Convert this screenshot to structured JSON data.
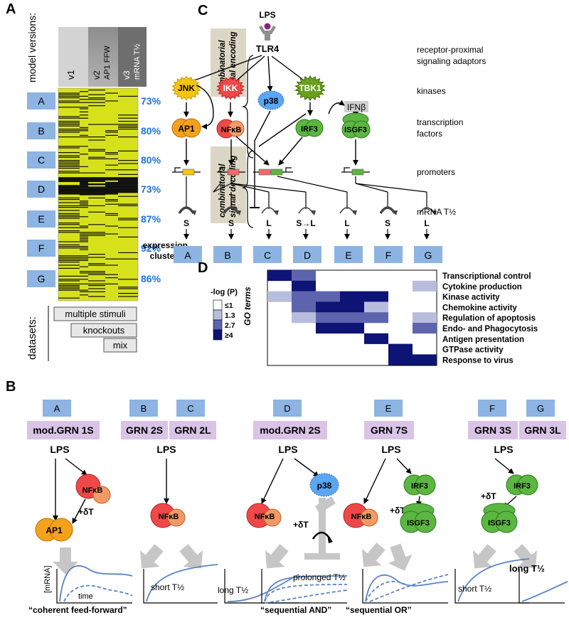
{
  "panels": {
    "a": "A",
    "b": "B",
    "c": "C",
    "d": "D"
  },
  "panel_a": {
    "model_versions_label": "model versions:",
    "v1": "v1",
    "v2_top": "v2",
    "v2_bottom": "AP1 FFW",
    "v3_top": "v3",
    "v3_bottom": "mRNA T½",
    "clusters": [
      {
        "label": "A",
        "pct": "73%"
      },
      {
        "label": "B",
        "pct": "80%"
      },
      {
        "label": "C",
        "pct": "80%"
      },
      {
        "label": "D",
        "pct": "73%"
      },
      {
        "label": "E",
        "pct": "87%"
      },
      {
        "label": "F",
        "pct": "92%"
      },
      {
        "label": "G",
        "pct": "86%"
      }
    ],
    "datasets_label": "datasets:",
    "dataset_multiple": "multiple stimuli",
    "dataset_knockouts": "knockouts",
    "dataset_mix": "mix"
  },
  "panel_c": {
    "lps": "LPS",
    "tlr4": "TLR4",
    "encoding_line1": "combinatorial",
    "encoding_line2": "signal encoding",
    "decoding_line1": "combinatorial",
    "decoding_line2": "signal decoding",
    "right_receptor_1": "receptor-proximal",
    "right_receptor_2": "signaling adaptors",
    "right_kinases": "kinases",
    "right_tf_1": "transcription",
    "right_tf_2": "factors",
    "right_promoters": "promoters",
    "right_mrna": "mRNA T½",
    "jnk": "JNK",
    "ikk": "IKK",
    "p38": "p38",
    "tbk1": "TBK1",
    "ifnb": "IFNβ",
    "ap1": "AP1",
    "nfkb": "NFκB",
    "irf3": "IRF3",
    "isgf3": "ISGF3",
    "stability": [
      "S",
      "S",
      "L",
      "S→L",
      "L",
      "S",
      "L"
    ],
    "expression_1": "expression",
    "expression_2": "clusters :",
    "clusters": [
      "A",
      "B",
      "C",
      "D",
      "E",
      "F",
      "G"
    ]
  },
  "panel_d": {
    "legend_title": "-log (P)",
    "legend_items": [
      "≤1",
      "1.3",
      "2.7",
      "≥4"
    ],
    "legend_colors": [
      "#ffffff",
      "#b9bddd",
      "#5d64ad",
      "#0d1475"
    ],
    "go_label": "GO terms",
    "terms": [
      "Transcriptional control",
      "Cytokine production",
      "Kinase activity",
      "Chemokine activity",
      "Regulation of apoptosis",
      "Endo- and Phagocytosis",
      "Antigen presentation",
      "GTPase activity",
      "Response to virus"
    ]
  },
  "panel_b": {
    "lps": "LPS",
    "cluster_tags": [
      "A",
      "B",
      "C",
      "D",
      "E",
      "F",
      "G"
    ],
    "models": [
      "mod.GRN 1S",
      "GRN 2S",
      "GRN 2L",
      "mod.GRN 2S",
      "GRN 7S",
      "GRN 3S",
      "GRN 3L"
    ],
    "ap1": "AP1",
    "nfkb": "NFκB",
    "p38": "p38",
    "irf3": "IRF3",
    "isgf3": "ISGF3",
    "delta_t": "+δT",
    "mrna_axis": "[mRNA]",
    "time_axis": "time",
    "short_half": "short T½",
    "long_half": "long T½",
    "prolonged_half": "prolonged T½",
    "caption_cff": "“coherent feed-forward”",
    "caption_and": "“sequential AND”",
    "caption_or": "“sequential OR”"
  },
  "colors": {
    "label_blue": "#8db4e2",
    "label_purple": "#d9c3e6",
    "heat_yellow": "#d6e11c",
    "pct_blue": "#1f74d4",
    "jnk": "#f5c60f",
    "ikk": "#ef4848",
    "p38": "#5ba6f2",
    "tbk1": "#6aa01c",
    "ap1": "#f5a21b",
    "nfkb_a": "#ef4848",
    "nfkb_b": "#f29a66",
    "green": "#5cb642",
    "khaki": "#dcd7c4",
    "arrow_grey": "#c6c6c6",
    "curve": "#5b82c6"
  }
}
